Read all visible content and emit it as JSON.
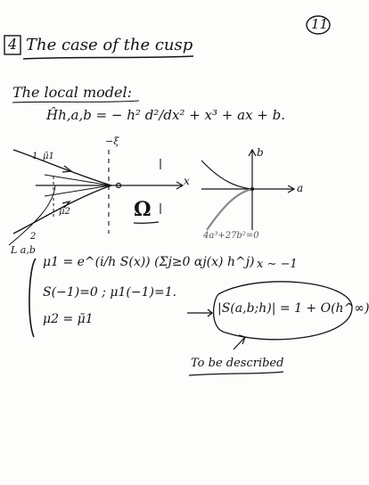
{
  "page": {
    "page_number": "11",
    "heading_number": "4",
    "heading": "The case of the cusp"
  },
  "model": {
    "label": "The local model:",
    "hamiltonian": "Ĥh,a,b = − h² d²/dx² + x³ + ax + b."
  },
  "figure": {
    "xi_label": "−ξ",
    "x_label": "x",
    "omega_label": "Ω",
    "mu1_label": "μ̄1",
    "mu2_label": "μ̄2",
    "one_label": "1",
    "two_label": "2",
    "gamma_label": "L a,b",
    "b_label": "b",
    "a_label": "a",
    "curve_label": "4a³+27b²=0"
  },
  "equations": {
    "mu1": "μ1 = e^(i/h S(x)) (Σj≥0 αj(x) h^j)",
    "asymptotic": "x ∼ −1",
    "s_conditions": "S(−1)=0 ; μ1(−1)=1.",
    "mu2": "μ2 = μ̄1",
    "result": "|S(a,b;h)| = 1 + O(h^∞)",
    "todo": "To be described"
  },
  "colors": {
    "ink": "#141414",
    "curve_gray": "#8a8a8a"
  }
}
